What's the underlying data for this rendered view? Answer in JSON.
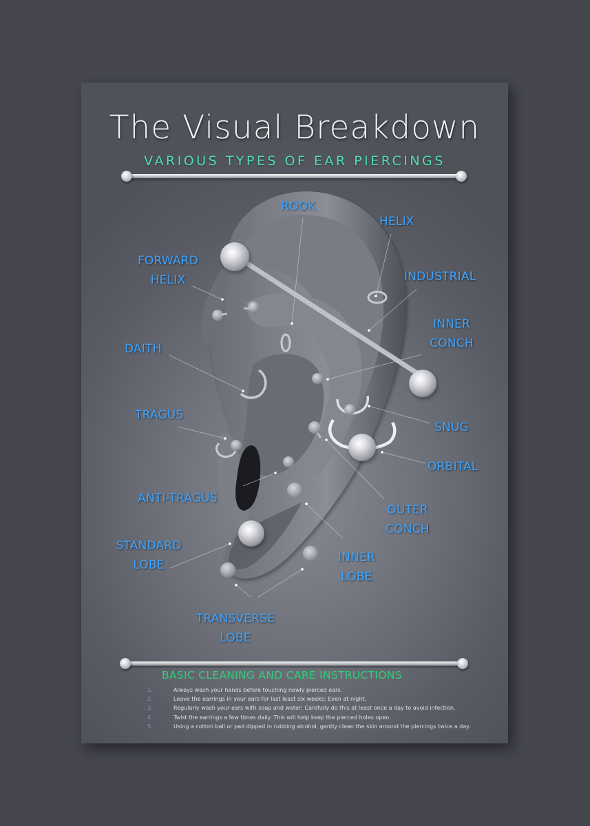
{
  "poster": {
    "title": "The Visual Breakdown",
    "subtitle": "VARIOUS TYPES OF EAR PIERCINGS",
    "colors": {
      "background": "#45464e",
      "poster": "#6e7079",
      "title": "#eef0f4",
      "subtitle": "#4fe0b0",
      "label": "#3ea4ff",
      "care_title": "#2fd078",
      "list_numbers": "#7f8fe0"
    }
  },
  "labels": {
    "rook": "ROOK",
    "helix": "HELIX",
    "forward_helix_1": "FORWARD",
    "forward_helix_2": "HELIX",
    "industrial": "INDUSTRIAL",
    "inner_conch_1": "INNER",
    "inner_conch_2": "CONCH",
    "daith": "DAITH",
    "tragus": "TRAGUS",
    "snug": "SNUG",
    "orbital": "ORBITAL",
    "anti_tragus": "ANTI-TRAGUS",
    "outer_conch_1": "OUTER",
    "outer_conch_2": "CONCH",
    "standard_lobe_1": "STANDARD",
    "standard_lobe_2": "LOBE",
    "inner_lobe_1": "INNER",
    "inner_lobe_2": "LOBE",
    "transverse_lobe_1": "TRANSVERSE",
    "transverse_lobe_2": "LOBE"
  },
  "care": {
    "title": "BASIC CLEANING AND CARE INSTRUCTIONS",
    "items": [
      {
        "num": "1.",
        "text": "Always wash your hands before touching newly pierced ears."
      },
      {
        "num": "2.",
        "text": "Leave the earrings in your ears for last least six weeks; Even at night."
      },
      {
        "num": "3.",
        "text": "Regularly wash your ears with soap and water; Carefully do this at least once a day to avoid infection."
      },
      {
        "num": "4.",
        "text": "Twist the earrings a few times daily. This will help keep the pierced holes open."
      },
      {
        "num": "5.",
        "text": "Using a cotton ball or pad dipped in rubbing alcohol, gently clean the skin around the piercings twice a day."
      }
    ]
  }
}
